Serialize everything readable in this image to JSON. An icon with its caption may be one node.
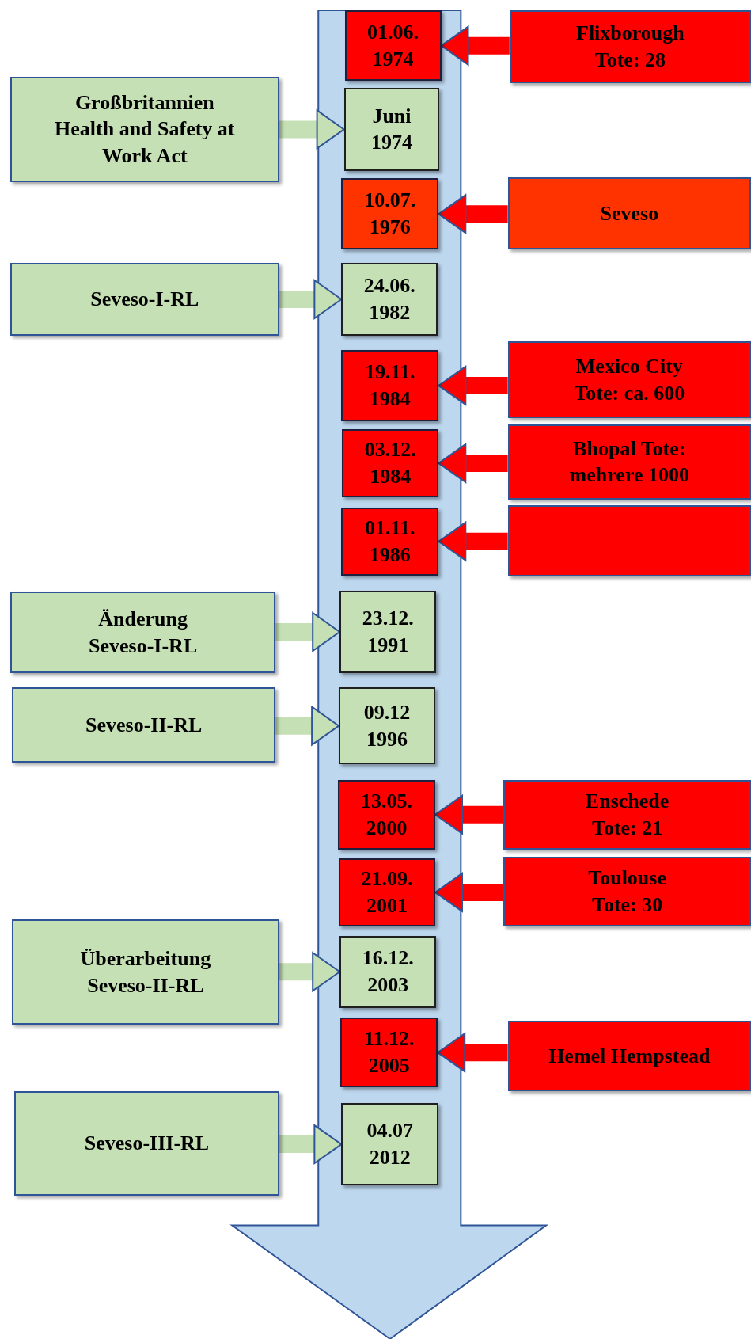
{
  "diagram": {
    "nodes": [
      {
        "text": [
          "01.06. 1974"
        ]
      },
      {
        "text": [
          "Flixborough Tote: 28"
        ]
      },
      {
        "text": [
          "Großbritannien Health and Safety at Work Act"
        ]
      },
      {
        "text": [
          "Juni 1974"
        ]
      },
      {
        "text": [
          "10.07. 1976"
        ]
      },
      {
        "text": [
          "Seveso"
        ]
      },
      {
        "text": [
          "Seveso-I-RL"
        ]
      },
      {
        "text": [
          "24.06. 1982"
        ]
      },
      {
        "text": [
          "19.11. 1984"
        ]
      },
      {
        "text": [
          "Mexico City Tote: ca. 600"
        ]
      },
      {
        "text": [
          "03.12. 1984"
        ]
      },
      {
        "text": [
          "Bhopal Tote: mehrere 1000"
        ]
      },
      {
        "text": [
          "01.11. 1986"
        ]
      },
      {
        "text": [],
        "shape": "box"
      },
      {
        "text": [
          "Änderung Seveso-I-RL"
        ]
      },
      {
        "text": [
          "23.12. 1991"
        ]
      },
      {
        "text": [
          "Seveso-II-RL"
        ]
      },
      {
        "text": [
          "09.12 1996"
        ]
      },
      {
        "text": [
          "13.05. 2000"
        ]
      },
      {
        "text": [
          "Enschede Tote: 21"
        ]
      },
      {
        "text": [
          "21.09. 2001"
        ]
      },
      {
        "text": [
          "Toulouse Tote: 30"
        ]
      },
      {
        "text": [
          "Überarbeitung Seveso-II-RL"
        ]
      },
      {
        "text": [
          "16.12. 2003"
        ]
      },
      {
        "text": [
          "11.12. 2005"
        ]
      },
      {
        "text": [
          "Hemel Hempstead"
        ]
      },
      {
        "text": [
          "Seveso-III-RL"
        ]
      },
      {
        "text": [
          "04.07 2012"
        ]
      }
    ],
    "edges": [
      {
        "from": 1,
        "to": 0,
        "arrow": "to"
      },
      {
        "from": 2,
        "to": 3,
        "arrow": "to",
        "color": "#c5e0b4"
      },
      {
        "from": 5,
        "to": 4,
        "arrow": "to"
      },
      {
        "from": 6,
        "to": 7,
        "arrow": "to",
        "color": "#c5e0b4"
      },
      {
        "from": 9,
        "to": 8,
        "arrow": "to"
      },
      {
        "from": 11,
        "to": 10,
        "arrow": "to"
      },
      {
        "from": 13,
        "to": 12,
        "arrow": "to"
      },
      {
        "from": 14,
        "to": 15,
        "arrow": "to",
        "color": "#c5e0b4"
      },
      {
        "from": 16,
        "to": 17,
        "arrow": "to",
        "color": "#c5e0b4"
      },
      {
        "from": 19,
        "to": 18,
        "arrow": "to"
      },
      {
        "from": 21,
        "to": 20,
        "arrow": "to"
      },
      {
        "from": 22,
        "to": 23,
        "arrow": "to",
        "color": "#c5e0b4"
      },
      {
        "from": 25,
        "to": 24,
        "arrow": "to"
      },
      {
        "from": 26,
        "to": 27,
        "arrow": "to",
        "color": "#c5e0b4"
      }
    ]
  }
}
